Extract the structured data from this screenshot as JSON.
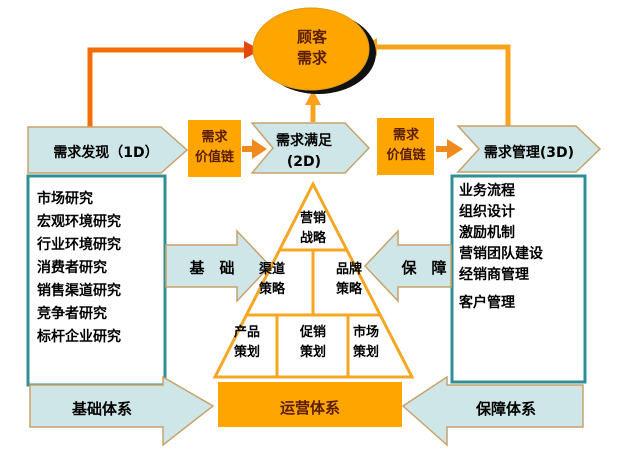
{
  "customer_demand": {
    "line1": "顾客",
    "line2": "需求"
  },
  "flow": {
    "discovery_label": "需求发现（1D）",
    "value_chain1": {
      "line1": "需求",
      "line2": "价值链"
    },
    "satisfaction": {
      "line1": "需求满足",
      "line2": "(2D)"
    },
    "value_chain2": {
      "line1": "需求",
      "line2": "价值链"
    },
    "management_label": "需求管理(3D)"
  },
  "left_panel": {
    "items": [
      "市场研究",
      "宏观环境研究",
      "行业环境研究",
      "消费者研究",
      "销售渠道研究",
      "竞争者研究",
      "标杆企业研究"
    ]
  },
  "right_panel": {
    "items": [
      "业务流程",
      "组织设计",
      "激励机制",
      "营销团队建设",
      "经销商管理",
      "客户管理"
    ]
  },
  "foundation_label": "基　础",
  "guarantee_label": "保　障",
  "pyramid": {
    "top": {
      "line1": "营销",
      "line2": "战略"
    },
    "mid1": {
      "line1": "渠道",
      "line2": "策略"
    },
    "mid2": {
      "line1": "品牌",
      "line2": "策略"
    },
    "bot1": {
      "line1": "产品",
      "line2": "策划"
    },
    "bot2": {
      "line1": "促销",
      "line2": "策划"
    },
    "bot3": {
      "line1": "市场",
      "line2": "策划"
    }
  },
  "bottom": {
    "foundation_system": "基础体系",
    "operation_system": "运营体系",
    "guarantee_system": "保障体系"
  },
  "colors": {
    "orange": "#FFA500",
    "light_blue": "#CEE6E8",
    "tan_stroke": "#C9A26A",
    "teal_border": "#2E8F94",
    "dark_red_text": "#5A1E00",
    "elbow_left": "#F06E05",
    "elbow_head_left": "#E2470B",
    "elbow_right": "#F9A21B",
    "pyramid_stroke": "#F5A623"
  }
}
